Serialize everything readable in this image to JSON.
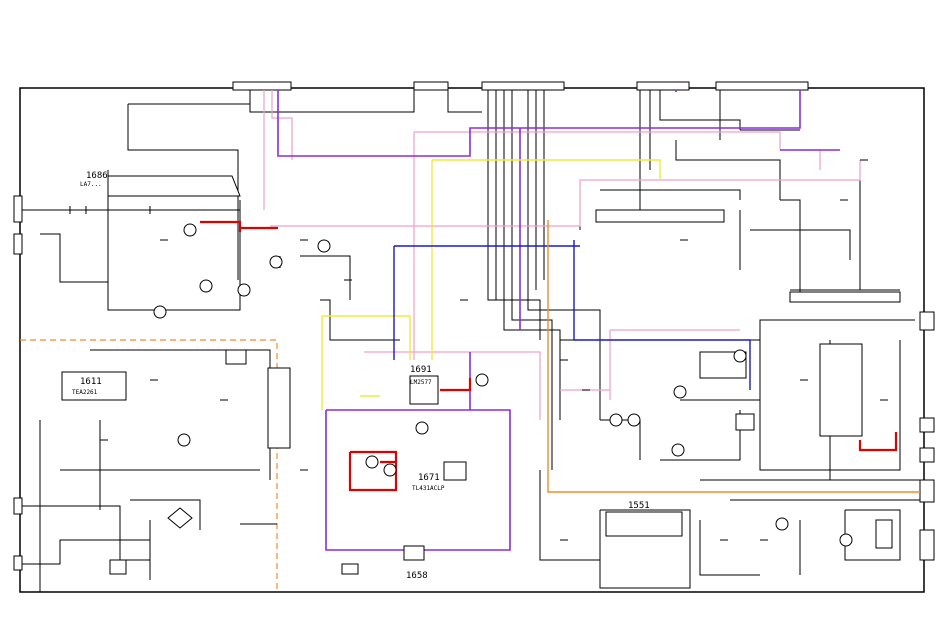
{
  "components": {
    "ic_1686": {
      "ref": "1686",
      "part": "LA7..."
    },
    "ic_1611": {
      "ref": "1611",
      "part": "TEA2261"
    },
    "ic_1691": {
      "ref": "1691",
      "part": "LM2577"
    },
    "ic_1671": {
      "ref": "1671",
      "part": "TL431ACLP"
    },
    "ic_1551": {
      "ref": "1551",
      "part": ""
    },
    "ic_1658": {
      "ref": "1658",
      "part": ""
    }
  },
  "wire_colors": {
    "black": "#000000",
    "red": "#e00000",
    "pink": "#f0a0c8",
    "purple": "#8a2be2",
    "blue": "#1a1acc",
    "yellow": "#f2ea3a",
    "orange": "#f28c28",
    "power_domain_dashed": "#f28c28"
  }
}
